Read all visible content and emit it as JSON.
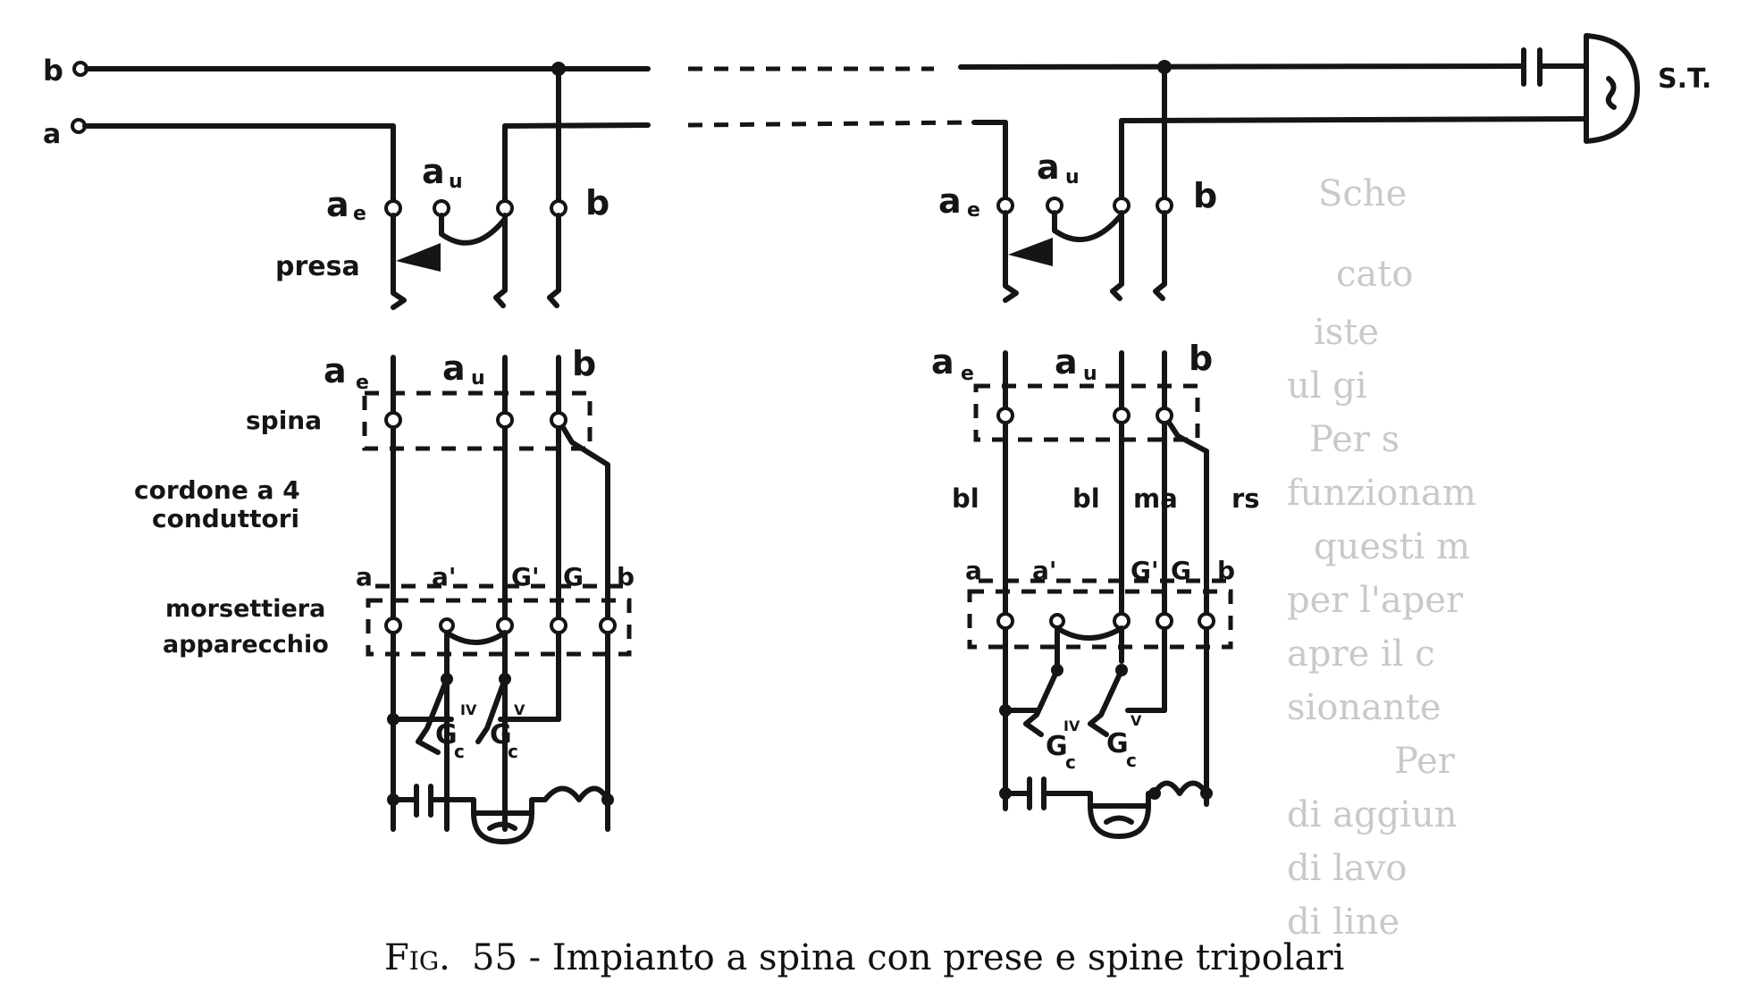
{
  "colors": {
    "ink": "#151515",
    "paper": "#ffffff",
    "ghost_text": "#c9c9c9"
  },
  "diagram": {
    "line_b": "b",
    "line_a": "a",
    "st_label": "S.T.",
    "left": {
      "ae": "a",
      "ae_sub": "e",
      "au": "a",
      "au_sub": "u",
      "b": "b",
      "presa": "presa",
      "spina": "spina",
      "cordone_1": "cordone a 4",
      "cordone_2": "conduttori",
      "morsettiera_1": "morsettiera",
      "morsettiera_2": "apparecchio",
      "t_a": "a",
      "t_a1": "a'",
      "t_g1": "G'",
      "t_g": "G",
      "t_b": "b",
      "gc4": "G",
      "gc4_sub": "c",
      "gc4_sup": "IV",
      "gc5": "G",
      "gc5_sub": "c",
      "gc5_sup": "V"
    },
    "right": {
      "ae": "a",
      "ae_sub": "e",
      "au": "a",
      "au_sub": "u",
      "b": "b",
      "c_bl1": "bl",
      "c_bl2": "bl",
      "c_ma": "ma",
      "c_rs": "rs",
      "t_a": "a",
      "t_a1": "a'",
      "t_g1": "G'",
      "t_g": "G",
      "t_b": "b",
      "gc4": "G",
      "gc4_sub": "c",
      "gc4_sup": "IV",
      "gc5": "G",
      "gc5_sub": "c",
      "gc5_sup": "V"
    }
  },
  "caption": {
    "fig": "Fig.",
    "rest": "55 - Impianto a spina con prese e spine tripolari"
  },
  "bleed_through": [
    "Sche",
    "cato",
    "iste",
    "ul gi",
    "Per s",
    "funzionam",
    "questi m",
    "per l'aper",
    "apre il c",
    "sionante",
    "Per",
    "di aggiun",
    "di lavo",
    "di line"
  ]
}
